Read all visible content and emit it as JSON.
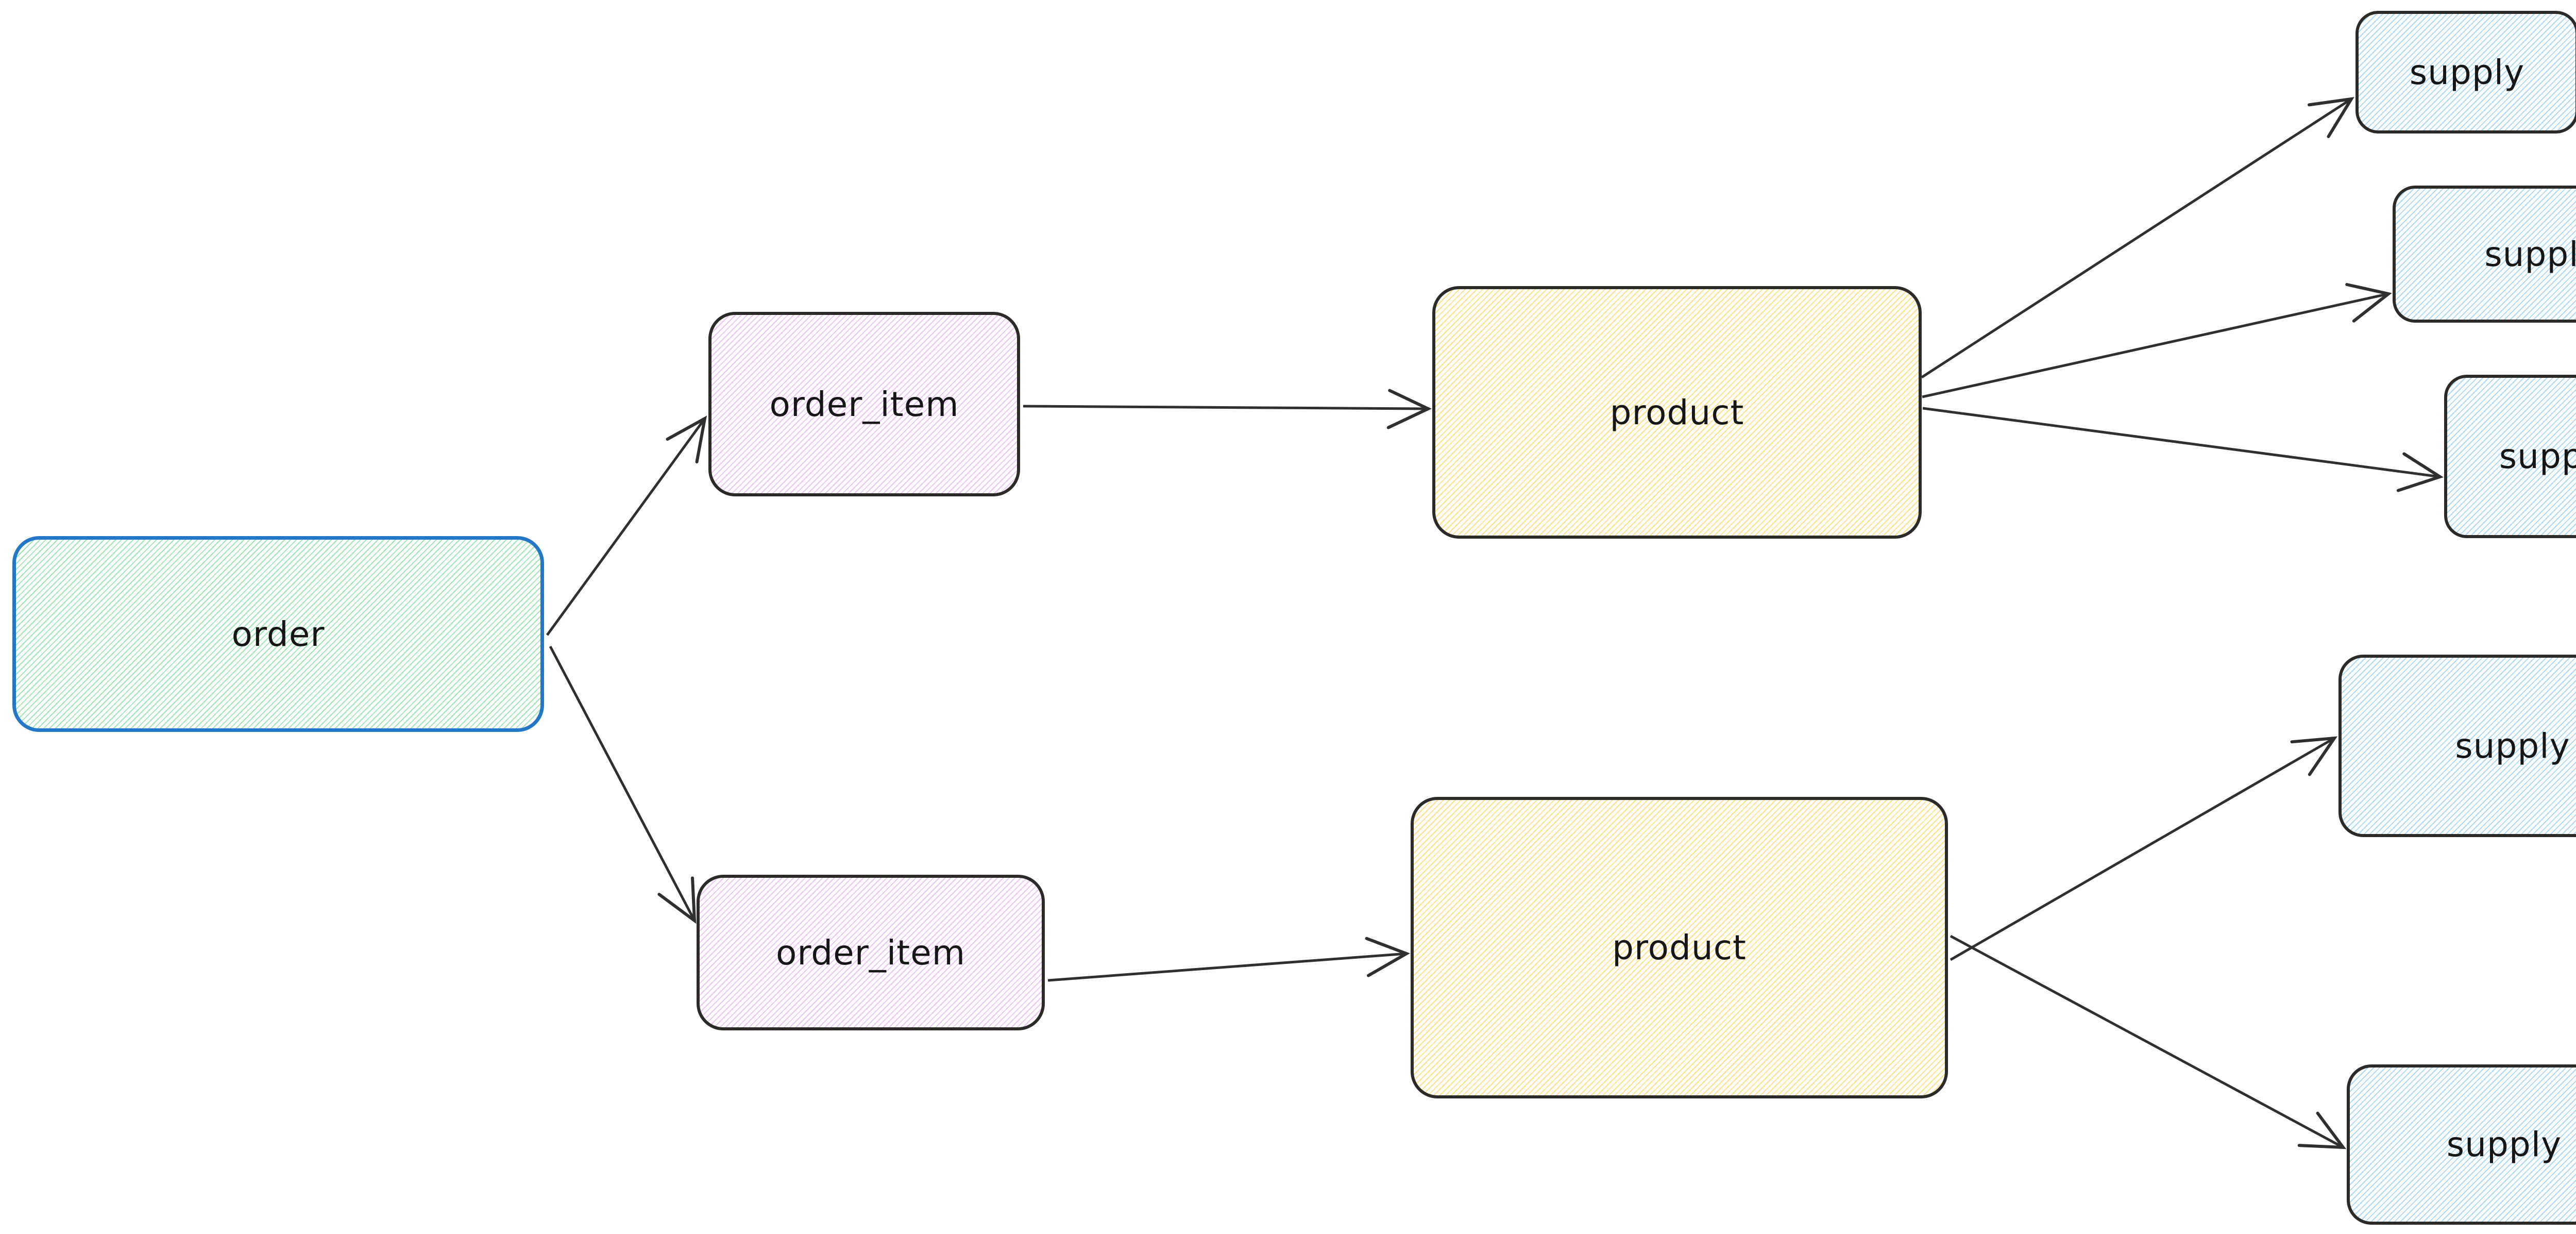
{
  "diagram": {
    "background_color": "#ffffff",
    "nodes": {
      "order": {
        "label": "order",
        "fill_color": "#9ce8b3",
        "border_color": "#2377c8"
      },
      "order_item_top": {
        "label": "order_item",
        "fill_color": "#eec3f8",
        "border_color": "#2b2a27"
      },
      "order_item_bottom": {
        "label": "order_item",
        "fill_color": "#eec3f8",
        "border_color": "#2b2a27"
      },
      "product_top": {
        "label": "product",
        "fill_color": "#ffe083",
        "border_color": "#2b2a27"
      },
      "product_bottom": {
        "label": "product",
        "fill_color": "#ffe083",
        "border_color": "#2b2a27"
      },
      "supply_1": {
        "label": "supply",
        "fill_color": "#abd9f8",
        "border_color": "#2b2a27"
      },
      "supply_2": {
        "label": "supply",
        "fill_color": "#abd9f8",
        "border_color": "#2b2a27"
      },
      "supply_3": {
        "label": "supply",
        "fill_color": "#abd9f8",
        "border_color": "#2b2a27"
      },
      "supply_4": {
        "label": "supply",
        "fill_color": "#abd9f8",
        "border_color": "#2b2a27"
      },
      "supply_5": {
        "label": "supply",
        "fill_color": "#abd9f8",
        "border_color": "#2b2a27"
      }
    },
    "edges": [
      {
        "from": "order",
        "to": "order_item_top"
      },
      {
        "from": "order",
        "to": "order_item_bottom"
      },
      {
        "from": "order_item_top",
        "to": "product_top"
      },
      {
        "from": "order_item_bottom",
        "to": "product_bottom"
      },
      {
        "from": "product_top",
        "to": "supply_1"
      },
      {
        "from": "product_top",
        "to": "supply_2"
      },
      {
        "from": "product_top",
        "to": "supply_3"
      },
      {
        "from": "product_bottom",
        "to": "supply_4"
      },
      {
        "from": "product_bottom",
        "to": "supply_5"
      }
    ],
    "palette": {
      "green_hatch": "#9ce8b3",
      "pink_hatch": "#eec3f8",
      "yellow_hatch": "#ffe083",
      "blue_hatch": "#abd9f8",
      "order_border": "#2377c8",
      "box_border": "#2b2a27",
      "arrow": "#2f2f2f",
      "text": "#161616"
    }
  }
}
